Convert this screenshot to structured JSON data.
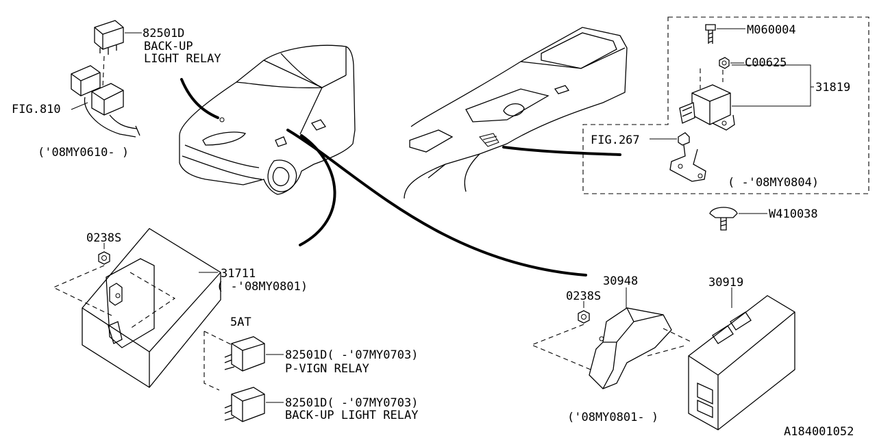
{
  "diagram_id": "A184001052",
  "callouts": {
    "relay_top_part": "82501D",
    "relay_top_name_1": "BACK-UP",
    "relay_top_name_2": "LIGHT RELAY",
    "fig810": "FIG.810",
    "range_top_left": "('08MY0610-  )",
    "m060004": "M060004",
    "c00625": "C00625",
    "p31819": "31819",
    "fig267": "FIG.267",
    "range_box": "(    -'08MY0804)",
    "w410038": "W410038",
    "nut_left": "0238S",
    "p31711": "31711",
    "range_31711": "(    -'08MY0801)",
    "label_5at": "5AT",
    "relay_a_part": "82501D(    -'07MY0703)",
    "relay_a_name": "P-VIGN RELAY",
    "relay_b_part": "82501D(    -'07MY0703)",
    "relay_b_name": "BACK-UP LIGHT RELAY",
    "p30948": "30948",
    "nut_right": "0238S",
    "p30919": "30919",
    "range_bottom_right": "('08MY0801-    )"
  }
}
